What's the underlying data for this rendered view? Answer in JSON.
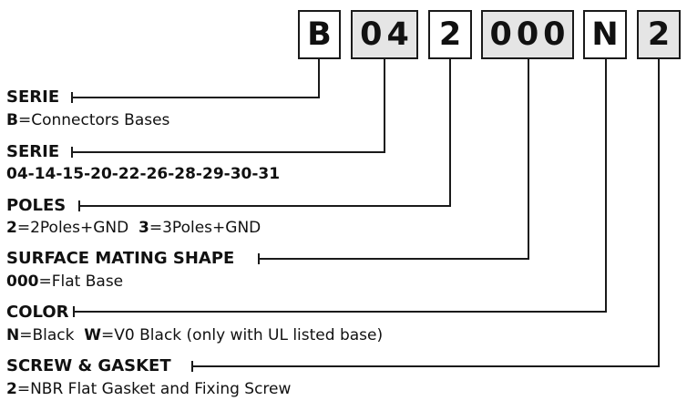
{
  "code_boxes": [
    {
      "text": "B",
      "fill": "#ffffff"
    },
    {
      "text": "04",
      "fill": "#e5e5e5"
    },
    {
      "text": "2",
      "fill": "#ffffff"
    },
    {
      "text": "000",
      "fill": "#e5e5e5"
    },
    {
      "text": "N",
      "fill": "#ffffff"
    },
    {
      "text": "2",
      "fill": "#e5e5e5"
    }
  ],
  "rows": [
    {
      "title": "SERIE",
      "desc": [
        {
          "k": "B",
          "v": "=Connectors Bases"
        }
      ]
    },
    {
      "title": "SERIE",
      "desc": [
        {
          "k": "04-14-15-20-22-26-28-29-30-31",
          "v": ""
        }
      ]
    },
    {
      "title": "POLES",
      "desc": [
        {
          "k": "2",
          "v": "=2Poles+GND  "
        },
        {
          "k": "3",
          "v": "=3Poles+GND"
        }
      ]
    },
    {
      "title": "SURFACE MATING SHAPE",
      "desc": [
        {
          "k": "000",
          "v": "=Flat Base"
        }
      ]
    },
    {
      "title": "COLOR",
      "desc": [
        {
          "k": "N",
          "v": "=Black  "
        },
        {
          "k": "W",
          "v": "=V0 Black (only with UL listed base)"
        }
      ]
    },
    {
      "title": "SCREW & GASKET",
      "desc": [
        {
          "k": "2",
          "v": "=NBR Flat Gasket and Fixing Screw"
        }
      ]
    }
  ],
  "colors": {
    "line": "#1a1a1a",
    "box_shaded": "#e5e5e5"
  }
}
